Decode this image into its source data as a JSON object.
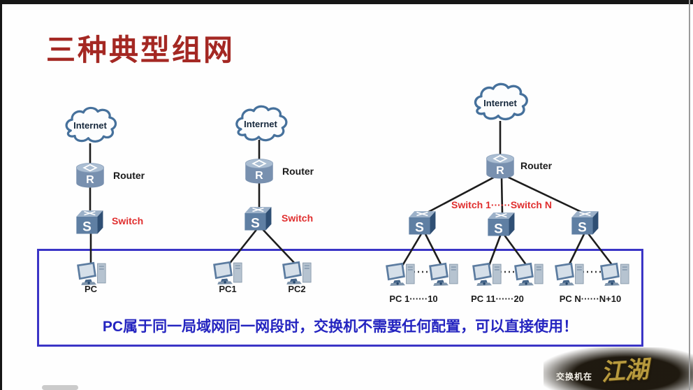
{
  "page": {
    "title": "三种典型组网",
    "note": "PC属于同一局域网同一网段时，交换机不需要任何配置，可以直接使用！",
    "watermark_prefix": "交换机在",
    "watermark_brand": "江湖"
  },
  "icons": {
    "router_letter": "R",
    "switch_letter": "S"
  },
  "colors": {
    "title_red": "#a42823",
    "note_blue": "#2424c0",
    "label_red": "#e02f2f",
    "box_border": "#3b35c6"
  },
  "topologies": [
    {
      "cloud_label": "Internet",
      "router_label": "Router",
      "switch_label": "Switch",
      "pc_labels": [
        "PC"
      ]
    },
    {
      "cloud_label": "Internet",
      "router_label": "Router",
      "switch_label": "Switch",
      "pc_labels": [
        "PC1",
        "PC2"
      ]
    },
    {
      "cloud_label": "Internet",
      "router_label": "Router",
      "switch_label": "Switch 1······Switch N",
      "pc_group_labels": [
        "PC 1······10",
        "PC 11······20",
        "PC N······N+10"
      ]
    }
  ]
}
